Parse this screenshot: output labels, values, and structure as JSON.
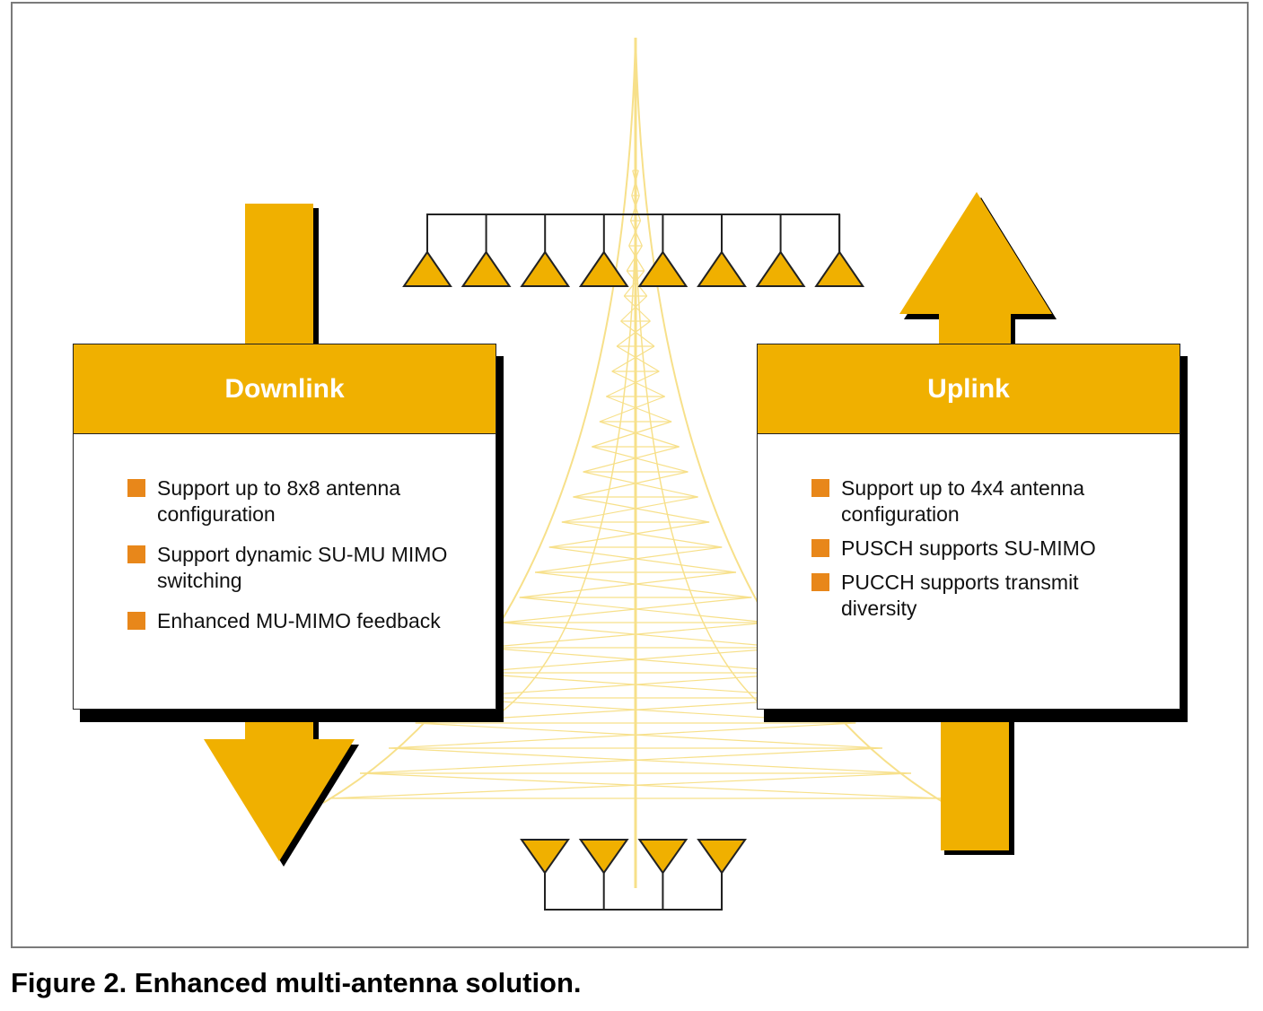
{
  "colors": {
    "accent": "#f0b000",
    "bullet": "#e8871a",
    "tower": "#f7e08a"
  },
  "downlink": {
    "title": "Downlink",
    "items": [
      "Support up to 8x8 antenna configuration",
      "Support dynamic SU-MU MIMO switching",
      "Enhanced MU-MIMO feedback"
    ]
  },
  "uplink": {
    "title": "Uplink",
    "items": [
      "Support up to 4x4 antenna configuration",
      "PUSCH supports SU-MIMO",
      "PUCCH supports transmit diversity"
    ]
  },
  "caption": "Figure 2. Enhanced multi-antenna solution."
}
